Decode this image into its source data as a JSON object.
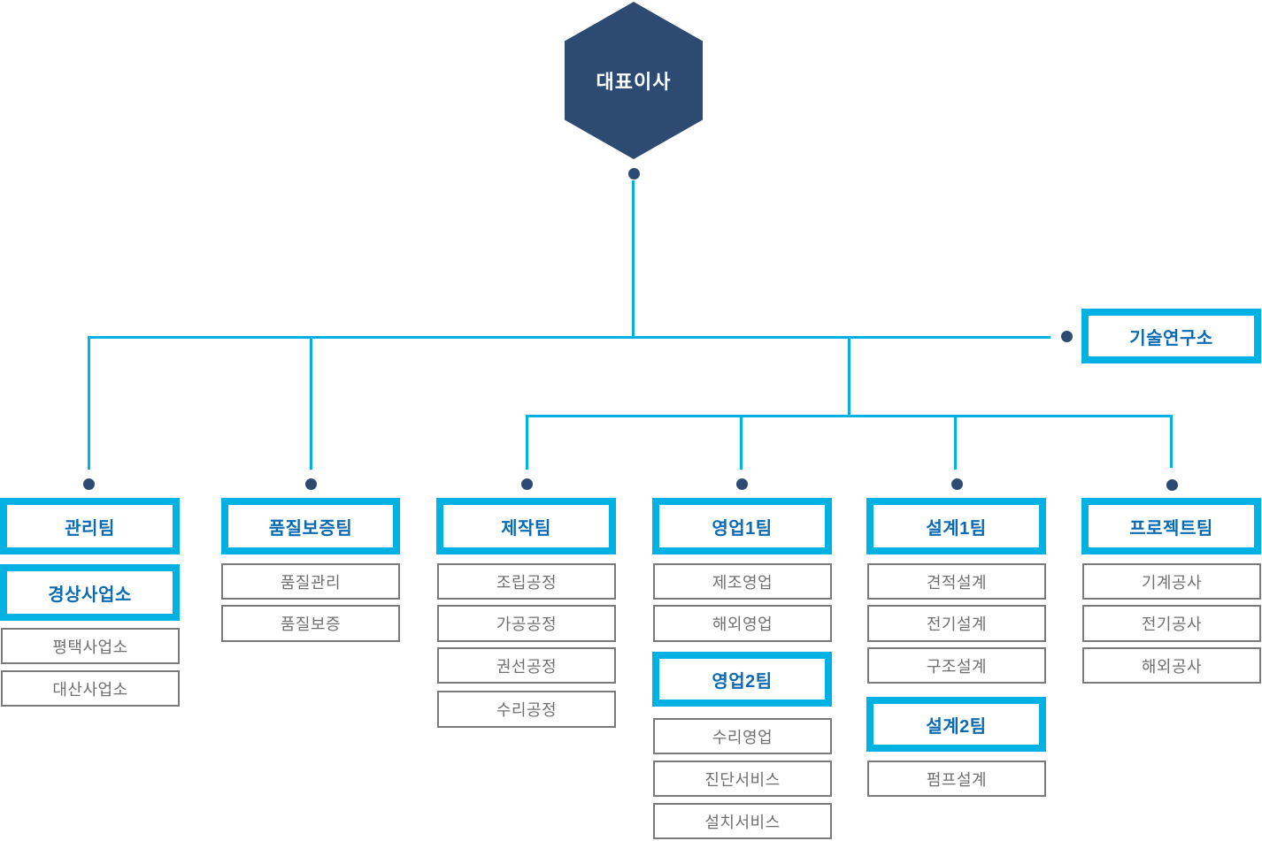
{
  "chart": {
    "root": "대표이사",
    "research": "기술연구소",
    "columns": [
      {
        "header": "관리팀",
        "items": [
          {
            "label": "경상사업소",
            "emphasis": true
          },
          {
            "label": "평택사업소",
            "emphasis": false
          },
          {
            "label": "대산사업소",
            "emphasis": false
          }
        ]
      },
      {
        "header": "품질보증팀",
        "items": [
          {
            "label": "품질관리",
            "emphasis": false
          },
          {
            "label": "품질보증",
            "emphasis": false
          }
        ]
      },
      {
        "header": "제작팀",
        "items": [
          {
            "label": "조립공정",
            "emphasis": false
          },
          {
            "label": "가공공정",
            "emphasis": false
          },
          {
            "label": "권선공정",
            "emphasis": false
          },
          {
            "label": "수리공정",
            "emphasis": false
          }
        ]
      },
      {
        "header": "영업1팀",
        "items": [
          {
            "label": "제조영업",
            "emphasis": false
          },
          {
            "label": "해외영업",
            "emphasis": false
          },
          {
            "label": "영업2팀",
            "emphasis": true
          },
          {
            "label": "수리영업",
            "emphasis": false
          },
          {
            "label": "진단서비스",
            "emphasis": false
          },
          {
            "label": "설치서비스",
            "emphasis": false
          }
        ]
      },
      {
        "header": "설계1팀",
        "items": [
          {
            "label": "견적설계",
            "emphasis": false
          },
          {
            "label": "전기설계",
            "emphasis": false
          },
          {
            "label": "구조설계",
            "emphasis": false
          },
          {
            "label": "설계2팀",
            "emphasis": true
          },
          {
            "label": "펌프설계",
            "emphasis": false
          }
        ]
      },
      {
        "header": "프로젝트팀",
        "items": [
          {
            "label": "기계공사",
            "emphasis": false
          },
          {
            "label": "전기공사",
            "emphasis": false
          },
          {
            "label": "해외공사",
            "emphasis": false
          }
        ]
      }
    ],
    "colors": {
      "accent_cyan": "#00b1e3",
      "navy": "#2d4a73",
      "header_text": "#0a6ab2",
      "sub_border": "#7a7a7a",
      "sub_text": "#707070"
    }
  }
}
